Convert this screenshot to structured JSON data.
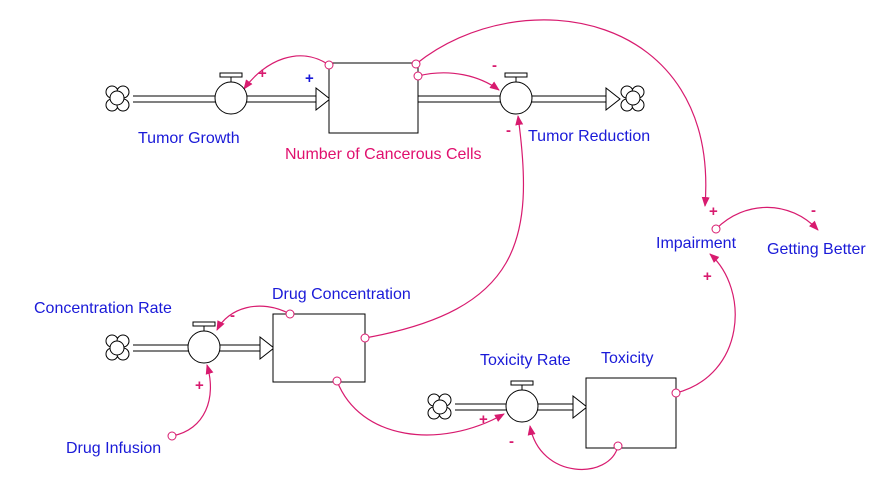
{
  "colors": {
    "variable": "#1a1ad8",
    "stock_primary": "#e0106e",
    "link": "#d81b6f",
    "structure": "#000000"
  },
  "labels": {
    "tumor_growth": "Tumor Growth",
    "cancerous_cells": "Number of Cancerous Cells",
    "tumor_reduction": "Tumor Reduction",
    "impairment": "Impairment",
    "getting_better": "Getting Better",
    "concentration_rate": "Concentration Rate",
    "drug_concentration": "Drug Concentration",
    "toxicity_rate": "Toxicity Rate",
    "toxicity": "Toxicity",
    "drug_infusion": "Drug Infusion"
  },
  "polarities": {
    "cells_to_growth": "+",
    "growth_to_cells": "+",
    "cells_to_reduction": "-",
    "drug_to_reduction": "-",
    "cells_to_impairment": "+",
    "impairment_to_better": "-",
    "toxicity_to_impairment": "+",
    "drug_to_conc_rate": "-",
    "infusion_to_conc_rate": "+",
    "drug_to_tox_rate": "+",
    "toxicity_to_tox_rate": "-"
  }
}
